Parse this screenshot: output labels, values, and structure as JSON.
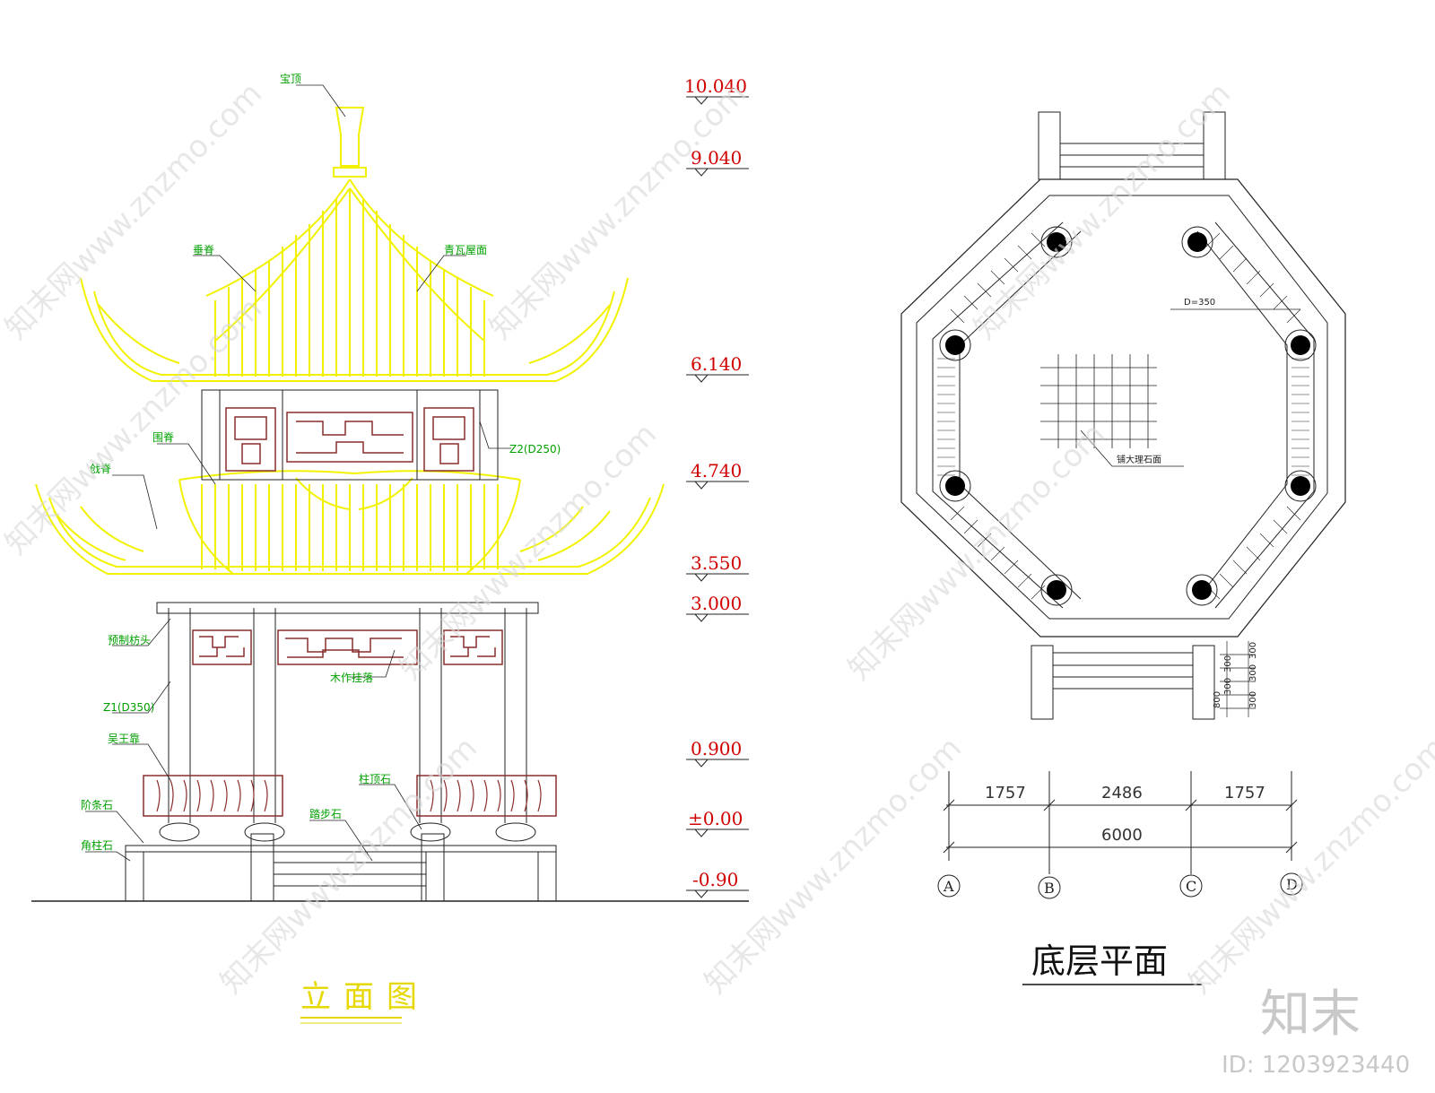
{
  "elevation_view": {
    "title": "立面图",
    "labels": {
      "finial": "宝顶",
      "hip_ridge": "垂脊",
      "tile_roof": "青瓦屋面",
      "surround_ridge": "围脊",
      "angle_ridge": "戗脊",
      "column2": "Z2(D250)",
      "prefab_beam_head": "预制枋头",
      "wood_hanging": "木作挂落",
      "column1": "Z1(D350)",
      "bench": "吴王靠",
      "step_stone": "阶条石",
      "column_top_stone": "柱顶石",
      "tread_stone": "踏步石",
      "corner_stone": "角柱石"
    },
    "elevations": [
      "10.040",
      "9.040",
      "6.140",
      "4.740",
      "3.550",
      "3.000",
      "0.900",
      "±0.00",
      "-0.90"
    ]
  },
  "plan_view": {
    "title": "底层平面",
    "column_dia": "D=350",
    "floor_label": "铺大理石面",
    "step_dims": [
      "300",
      "300",
      "300",
      "300",
      "300",
      "800"
    ],
    "dims_top": [
      "1757",
      "2486",
      "1757"
    ],
    "dim_total": "6000",
    "axes": [
      "A",
      "B",
      "C",
      "D"
    ]
  },
  "watermark": {
    "text": "知末网www.znzmo.com",
    "brand": "知末",
    "id": "ID: 1203923440"
  },
  "colors": {
    "roof": "#f2f200",
    "label": "#00a000",
    "elevation": "#d00000",
    "wood": "#8b2d2d"
  }
}
